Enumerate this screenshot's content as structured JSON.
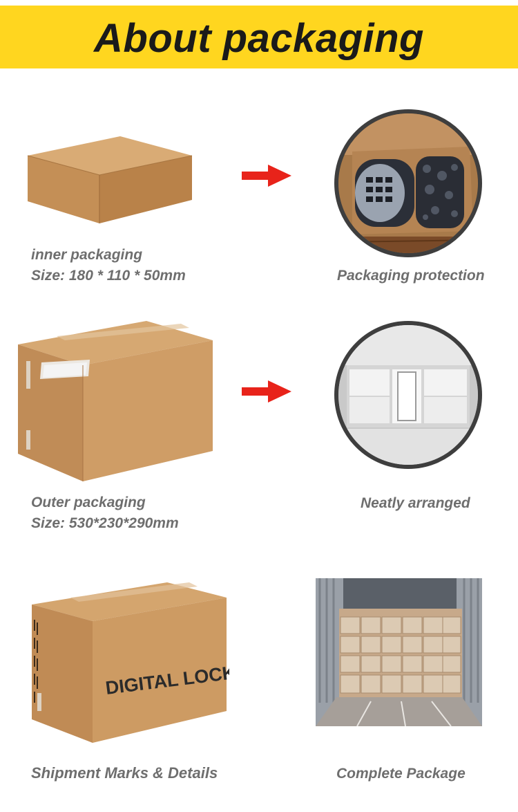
{
  "banner": {
    "title": "About packaging"
  },
  "row1": {
    "left_caption_line1": "inner packaging",
    "left_caption_line2": "Size: 180 * 110 * 50mm",
    "right_caption": "Packaging protection"
  },
  "row2": {
    "left_caption_line1": "Outer packaging",
    "left_caption_line2": "Size: 530*230*290mm",
    "right_caption": "Neatly arranged"
  },
  "row3": {
    "box_print": "DIGITAL LOCK",
    "left_caption": "Shipment Marks & Details",
    "right_caption": "Complete Package"
  },
  "colors": {
    "banner": "#ffd61f",
    "arrow": "#e8231a",
    "cardboard": "#c99a62",
    "caption": "#6e6e6e"
  }
}
